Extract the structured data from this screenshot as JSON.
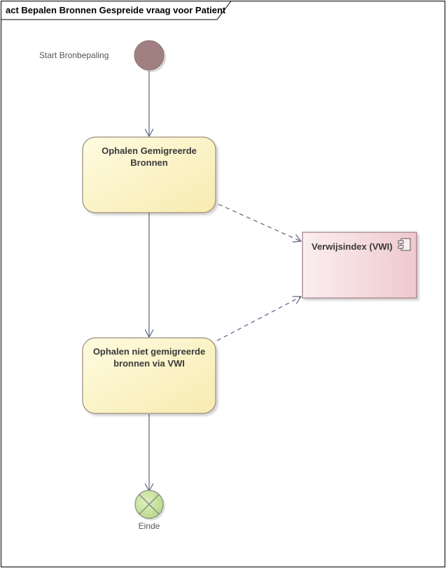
{
  "frame": {
    "title": "act Bepalen Bronnen Gespreide vraag voor Patient"
  },
  "nodes": {
    "start": {
      "label": "Start Bronbepaling"
    },
    "activity1": {
      "line1": "Ophalen Gemigreerde",
      "line2": "Bronnen"
    },
    "activity2": {
      "line1": "Ophalen niet gemigreerde",
      "line2": "bronnen via VWI"
    },
    "component": {
      "label": "Verwijsindex (VWI)",
      "icon": "component-icon"
    },
    "end": {
      "label": "Einde"
    }
  },
  "colors": {
    "activity_fill": "#fdf5c3",
    "activity_border": "#9a8a7a",
    "component_fill": "#f6dcdf",
    "component_border": "#a07a80",
    "start_fill": "#a08080",
    "end_fill": "#c4e09a",
    "connector": "#5a6380"
  }
}
